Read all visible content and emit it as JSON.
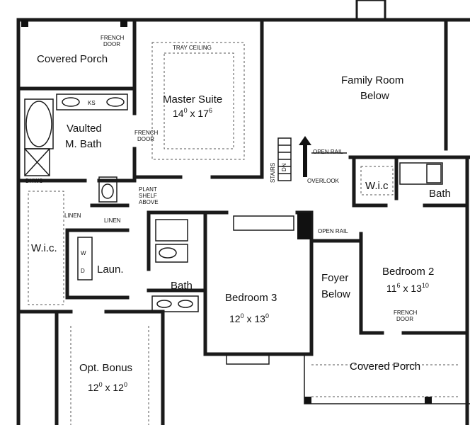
{
  "rooms": {
    "covered_porch_top": "Covered Porch",
    "french_door_1": "FRENCH\nDOOR",
    "tray_ceiling": "TRAY CEILING",
    "master_suite_name": "Master Suite",
    "master_suite_w": "14",
    "master_suite_w_in": "0",
    "master_suite_x": " x 17",
    "master_suite_l_in": "6",
    "family_room_1": "Family Room",
    "family_room_2": "Below",
    "ks": "KS",
    "vaulted_1": "Vaulted",
    "vaulted_2": "M. Bath",
    "french_door_2": "FRENCH\nDOOR",
    "open_rail_1": "OPEN RAIL",
    "stairs": "STAIRS",
    "dn": "DN",
    "overlook": "OVERLOOK",
    "wic_right": "W.i.c",
    "bath_right": "Bath",
    "dhws": "DHWS",
    "plant_shelf_1": "PLANT",
    "plant_shelf_2": "SHELF",
    "plant_shelf_3": "ABOVE",
    "linen_1": "LINEN",
    "linen_2": "LINEN",
    "wic_left": "W.i.c.",
    "open_rail_2": "OPEN RAIL",
    "laun": "Laun.",
    "w_label": "W",
    "d_label": "D",
    "bath_mid": "Bath",
    "bedroom3": "Bedroom 3",
    "bedroom3_w": "12",
    "bedroom3_w_in": "0",
    "bedroom3_x": " x 13",
    "bedroom3_l_in": "0",
    "foyer_1": "Foyer",
    "foyer_2": "Below",
    "bedroom2": "Bedroom 2",
    "bedroom2_w": "11",
    "bedroom2_w_in": "6",
    "bedroom2_x": " x 13",
    "bedroom2_l_in": "10",
    "french_door_3": "FRENCH\nDOOR",
    "covered_porch_bottom": "Covered Porch",
    "opt_bonus": "Opt. Bonus",
    "opt_bonus_w": "12",
    "opt_bonus_w_in": "0",
    "opt_bonus_x": " x 12",
    "opt_bonus_l_in": "0"
  }
}
